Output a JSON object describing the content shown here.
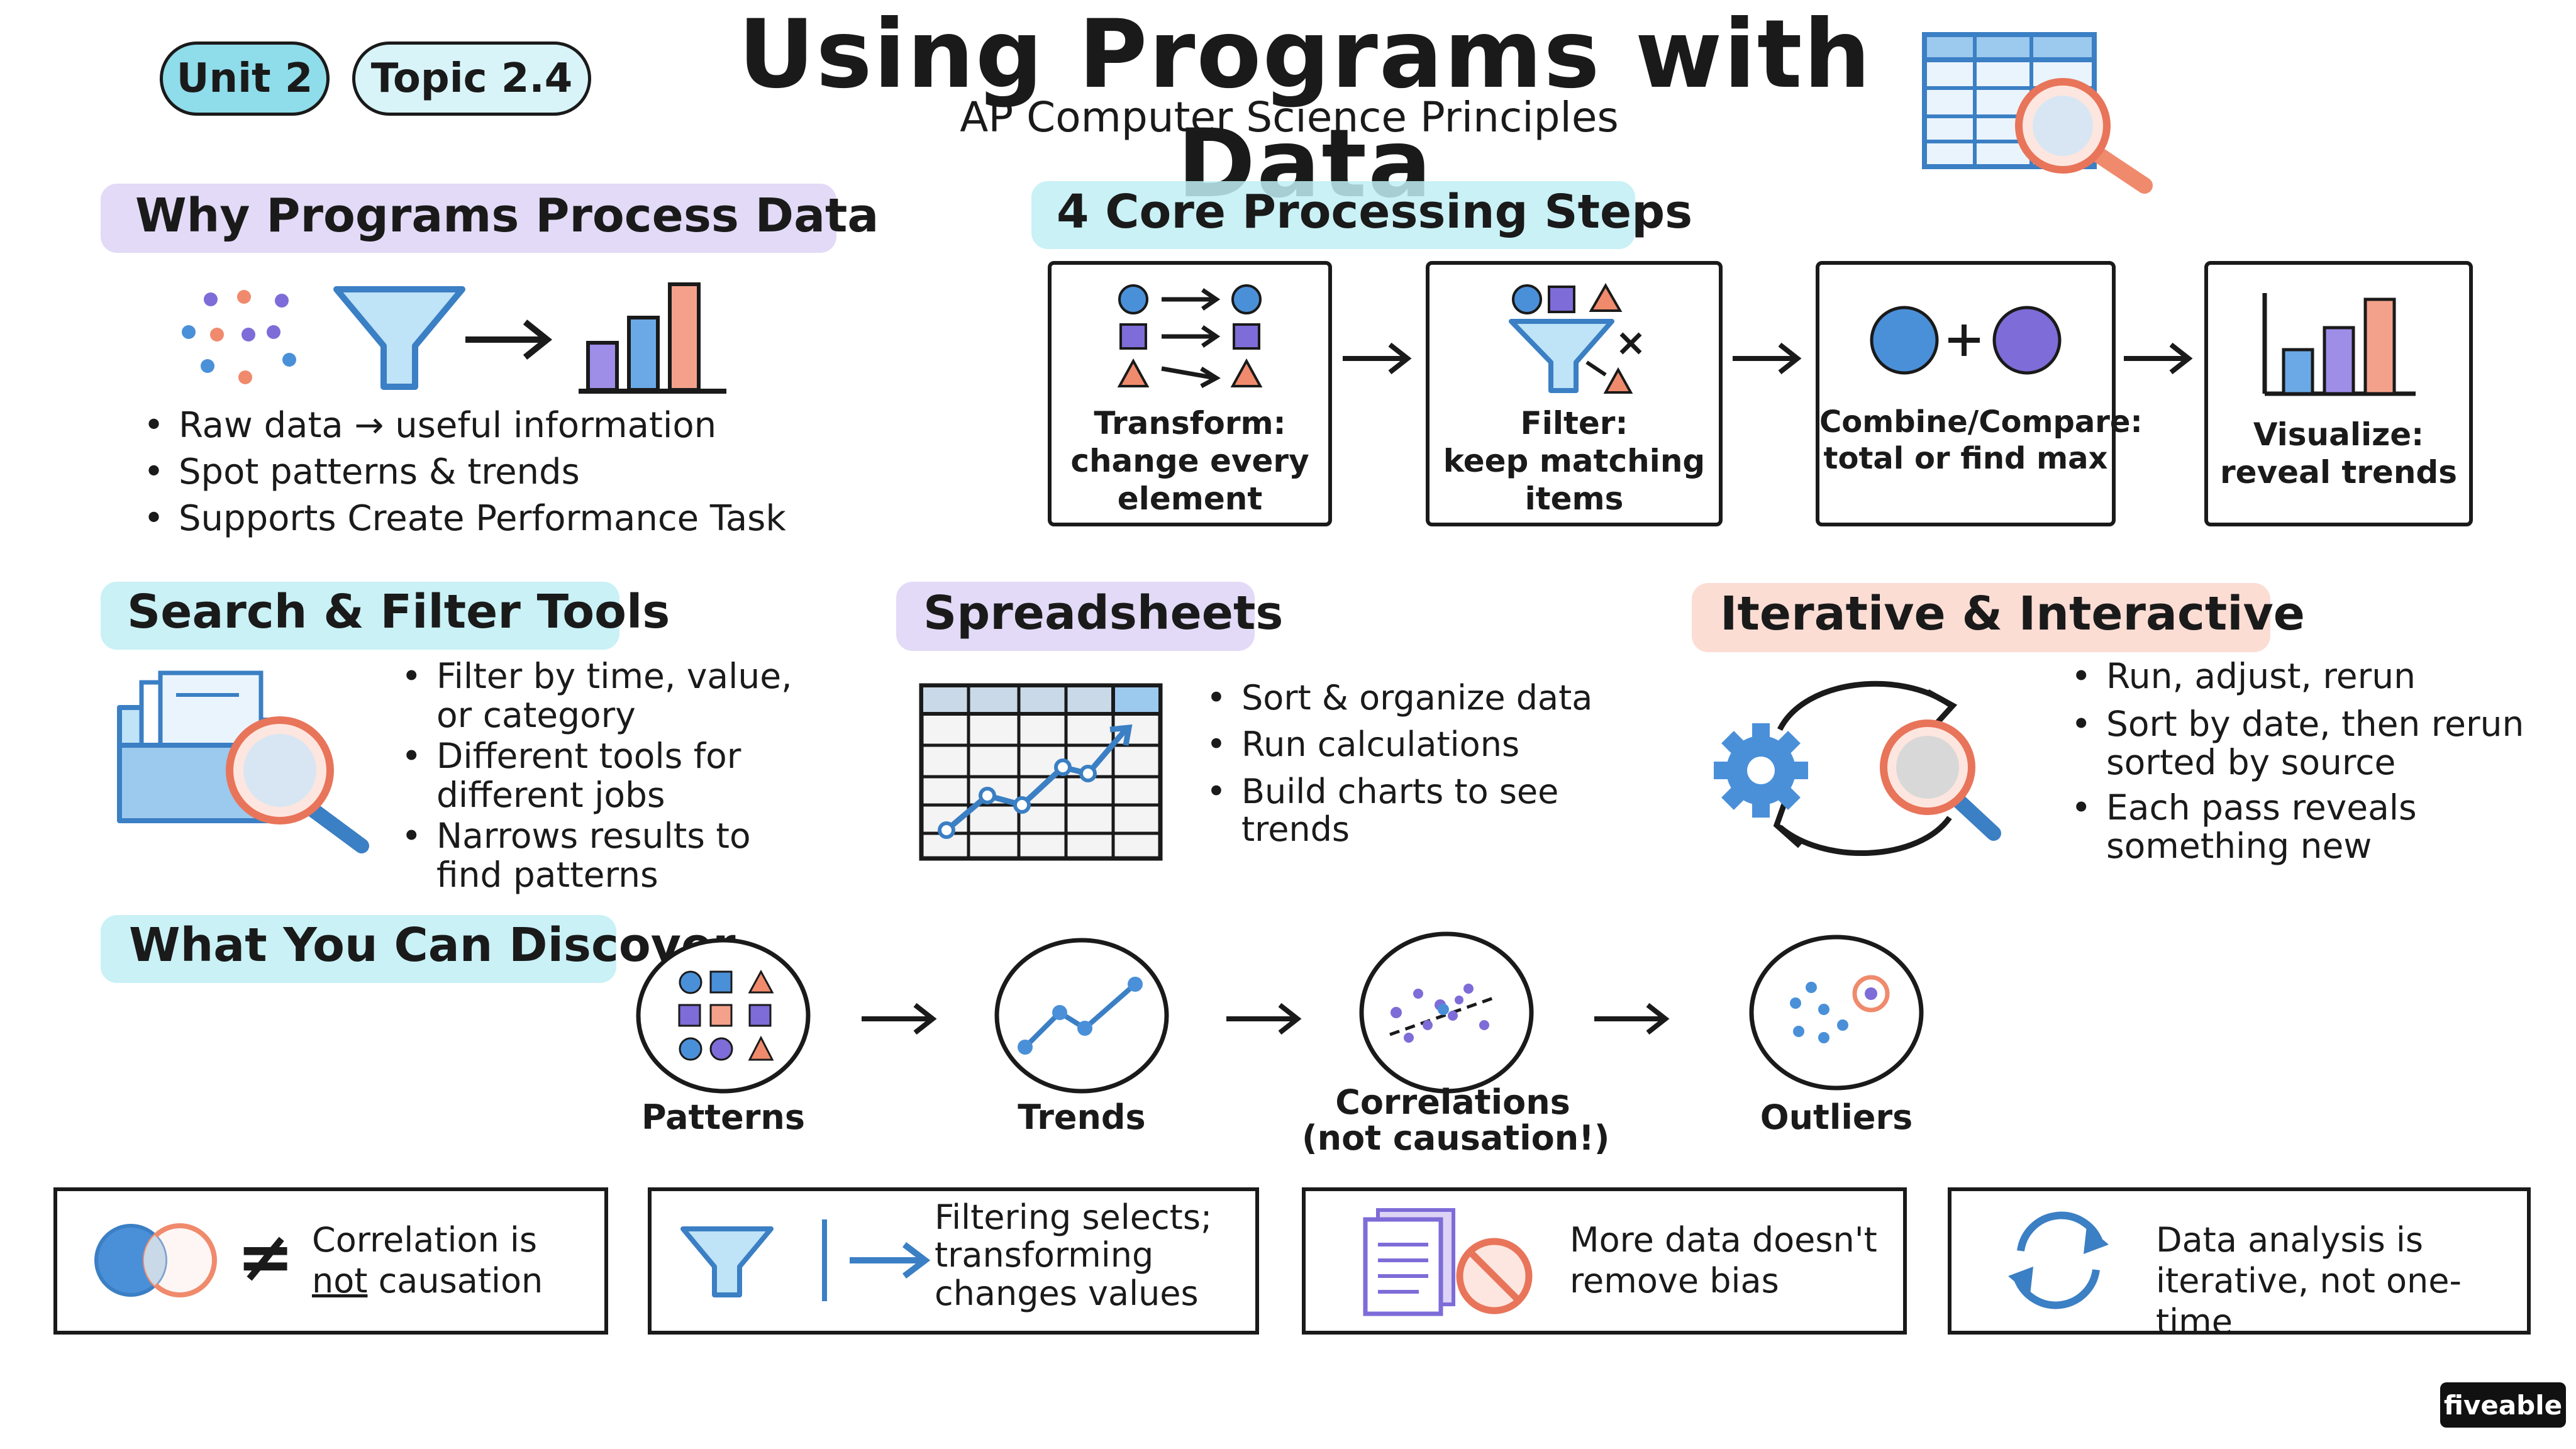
{
  "header": {
    "unit": "Unit 2",
    "topic": "Topic 2.4",
    "title": "Using Programs with Data",
    "subtitle": "AP Computer Science Principles"
  },
  "why": {
    "title": "Why Programs Process Data",
    "bullets": [
      "Raw data → useful information",
      "Spot patterns & trends",
      "Supports Create Performance Task"
    ]
  },
  "core": {
    "title": "4 Core Processing Steps",
    "steps": [
      {
        "line1": "Transform:",
        "line2": "change every",
        "line3": "element"
      },
      {
        "line1": "Filter:",
        "line2": "keep matching",
        "line3": "items"
      },
      {
        "line1": "Combine/Compare:",
        "line2": "total or find max"
      },
      {
        "line1": "Visualize:",
        "line2": "reveal trends"
      }
    ]
  },
  "search": {
    "title": "Search & Filter Tools",
    "bullets": [
      [
        "Filter by time, value,",
        "or category"
      ],
      [
        "Different tools for",
        "different jobs"
      ],
      [
        "Narrows results to",
        "find patterns"
      ]
    ]
  },
  "spreadsheets": {
    "title": "Spreadsheets",
    "bullets": [
      [
        "Sort & organize data"
      ],
      [
        "Run calculations"
      ],
      [
        "Build charts to see",
        "trends"
      ]
    ]
  },
  "iterative": {
    "title": "Iterative & Interactive",
    "bullets": [
      [
        "Run, adjust, rerun"
      ],
      [
        "Sort by date, then rerun",
        "sorted by source"
      ],
      [
        "Each pass reveals",
        "something new"
      ]
    ]
  },
  "discover": {
    "title": "What You Can Discover",
    "items": [
      {
        "label": "Patterns"
      },
      {
        "label": "Trends"
      },
      {
        "label1": "Correlations",
        "label2": "(not causation!)"
      },
      {
        "label": "Outliers"
      }
    ]
  },
  "notes": [
    {
      "line1": "Correlation is",
      "line2a": "not",
      "line2b": " causation"
    },
    {
      "line1": "Filtering selects;",
      "line2": "transforming",
      "line3": "changes values"
    },
    {
      "line1": "More data doesn't",
      "line2": "remove bias"
    },
    {
      "line1": "Data analysis is",
      "line2": "iterative, not one-time"
    }
  ],
  "brand": "fiveable",
  "colors": {
    "blue": "#4a90d9",
    "purple": "#7e6cd8",
    "coral": "#f08a6c",
    "cyan_highlight": "#bfeef4",
    "purple_highlight": "#ddd3f5",
    "coral_highlight": "#fbd7cc"
  }
}
